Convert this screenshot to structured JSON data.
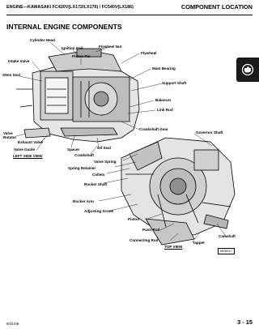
{
  "header": {
    "left": "ENGINE—KAWASAKI FC420V(LX172/LX176) / FC540V(LX186)",
    "right": "COMPONENT LOCATION"
  },
  "page_title": "INTERNAL ENGINE COMPONENTS",
  "side_tab_icon": "engine-icon",
  "figure": {
    "labels": {
      "cylinder_head": "Cylinder Head",
      "ignition_coil": "Ignition Coil",
      "flywheel_nut": "Flywheel Nut",
      "piston_pin": "Piston Pin",
      "flywheel": "Flywheel",
      "intake_valve": "Intake Valve",
      "main_bearing": "Main Bearing",
      "stem_seal": "Stem Seal",
      "support_shaft": "Support Shaft",
      "balancer": "Balancer",
      "link_rod": "Link Rod",
      "crankshaft_gear": "Crankshaft Gear",
      "governor_shaft": "Governor Shaft",
      "valve_rotator": "Valve\nRotator",
      "exhaust_valve": "Exhaust Valve",
      "oil_seal": "Oil Seal",
      "valve_guide": "Valve Guide",
      "spacer": "Spacer",
      "left_side_view": "LEFT SIDE VIEW",
      "crankshaft": "Crankshaft",
      "valve_spring": "Valve Spring",
      "spring_retainer": "Spring Retainer",
      "collets": "Collets",
      "rocker_shaft": "Rocker Shaft",
      "rocker_arm": "Rocker Arm",
      "adjusting_screw": "Adjusting Screw",
      "piston": "Piston",
      "push_rod": "Push Rod",
      "camshaft": "Camshaft",
      "connecting_rod": "Connecting Rod",
      "tappet": "Tappet",
      "top_view": "TOP VIEW"
    },
    "figure_number": "MX8517"
  },
  "footer": {
    "date": "6/21/06",
    "page_number": "3 - 15"
  }
}
